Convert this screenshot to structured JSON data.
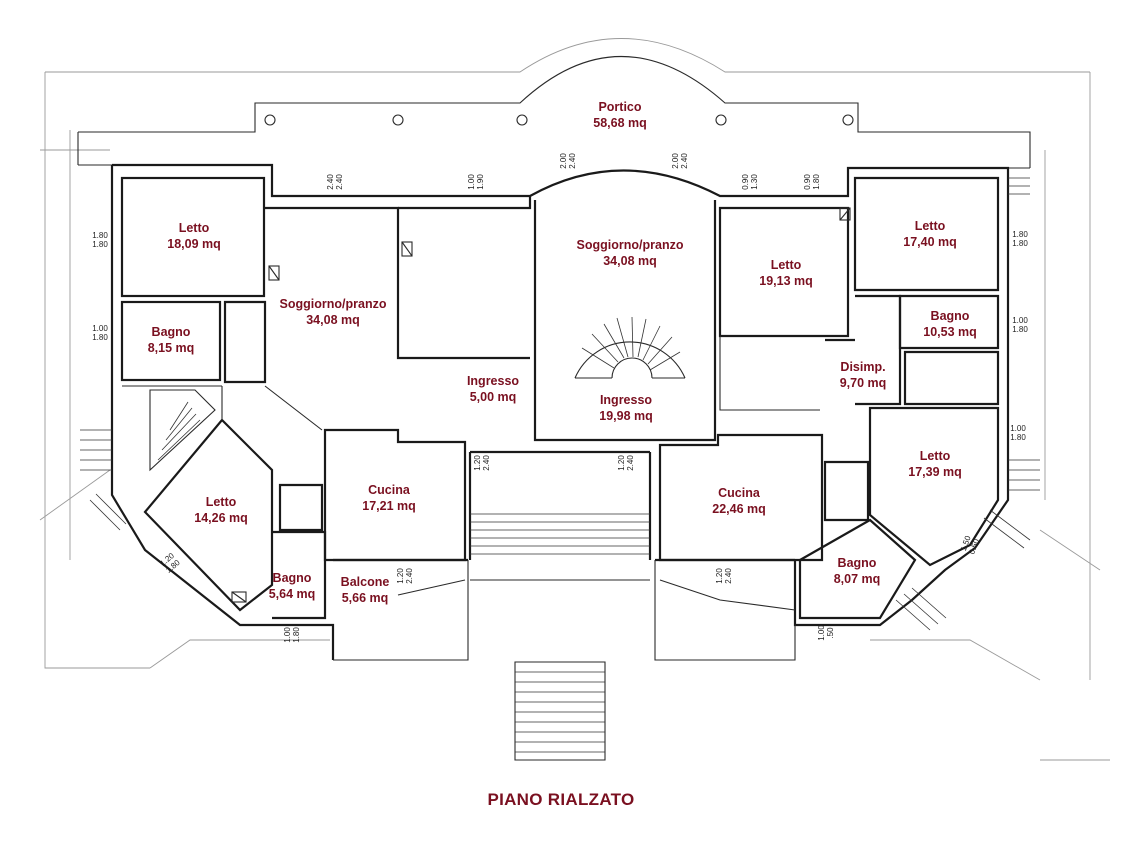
{
  "colors": {
    "label": "#7a1020",
    "line": "#1a1a1a"
  },
  "rooms": [
    {
      "id": "portico",
      "name": "Portico",
      "area": "58,68 mq"
    },
    {
      "id": "letto-nw",
      "name": "Letto",
      "area": "18,09 mq"
    },
    {
      "id": "soggiorno-w",
      "name": "Soggiorno/pranzo",
      "area": "34,08 mq"
    },
    {
      "id": "soggiorno-c",
      "name": "Soggiorno/pranzo",
      "area": "34,08 mq"
    },
    {
      "id": "letto-ce",
      "name": "Letto",
      "area": "19,13 mq"
    },
    {
      "id": "letto-ne",
      "name": "Letto",
      "area": "17,40 mq"
    },
    {
      "id": "bagno-w",
      "name": "Bagno",
      "area": "8,15 mq"
    },
    {
      "id": "bagno-ne",
      "name": "Bagno",
      "area": "10,53 mq"
    },
    {
      "id": "ingresso-w",
      "name": "Ingresso",
      "area": "5,00 mq"
    },
    {
      "id": "ingresso-c",
      "name": "Ingresso",
      "area": "19,98 mq"
    },
    {
      "id": "disimp",
      "name": "Disimp.",
      "area": "9,70 mq"
    },
    {
      "id": "letto-sw",
      "name": "Letto",
      "area": "14,26 mq"
    },
    {
      "id": "cucina-w",
      "name": "Cucina",
      "area": "17,21 mq"
    },
    {
      "id": "cucina-e",
      "name": "Cucina",
      "area": "22,46 mq"
    },
    {
      "id": "letto-se",
      "name": "Letto",
      "area": "17,39 mq"
    },
    {
      "id": "bagno-sw",
      "name": "Bagno",
      "area": "5,64 mq"
    },
    {
      "id": "balcone",
      "name": "Balcone",
      "area": "5,66 mq"
    },
    {
      "id": "bagno-se",
      "name": "Bagno",
      "area": "8,07 mq"
    }
  ],
  "dimensions": [
    {
      "top": "2.40",
      "bottom": "2.40"
    },
    {
      "top": "1.00",
      "bottom": "1.90"
    },
    {
      "top": "2.00",
      "bottom": "2.40"
    },
    {
      "top": "2.00",
      "bottom": "2.40"
    },
    {
      "top": "0.90",
      "bottom": "1.30"
    },
    {
      "top": "0.90",
      "bottom": "1.80"
    },
    {
      "top": "1.80",
      "bottom": "1.80"
    },
    {
      "top": "1.00",
      "bottom": "1.80"
    },
    {
      "top": "1.80",
      "bottom": "1.80"
    },
    {
      "top": "1.00",
      "bottom": "1.80"
    },
    {
      "top": "1.00",
      "bottom": "1.80"
    },
    {
      "top": "1.20",
      "bottom": "2.40"
    },
    {
      "top": "1.20",
      "bottom": "2.40"
    },
    {
      "top": "1.20",
      "bottom": "1.80"
    },
    {
      "top": "1.20",
      "bottom": "2.40"
    },
    {
      "top": "1.20",
      "bottom": "2.40"
    },
    {
      "top": "1.00",
      "bottom": "1.80"
    },
    {
      "top": "1.00",
      "bottom": ".50"
    },
    {
      "top": "1.50",
      "bottom": "0.50"
    }
  ],
  "title": "PIANO RIALZATO"
}
